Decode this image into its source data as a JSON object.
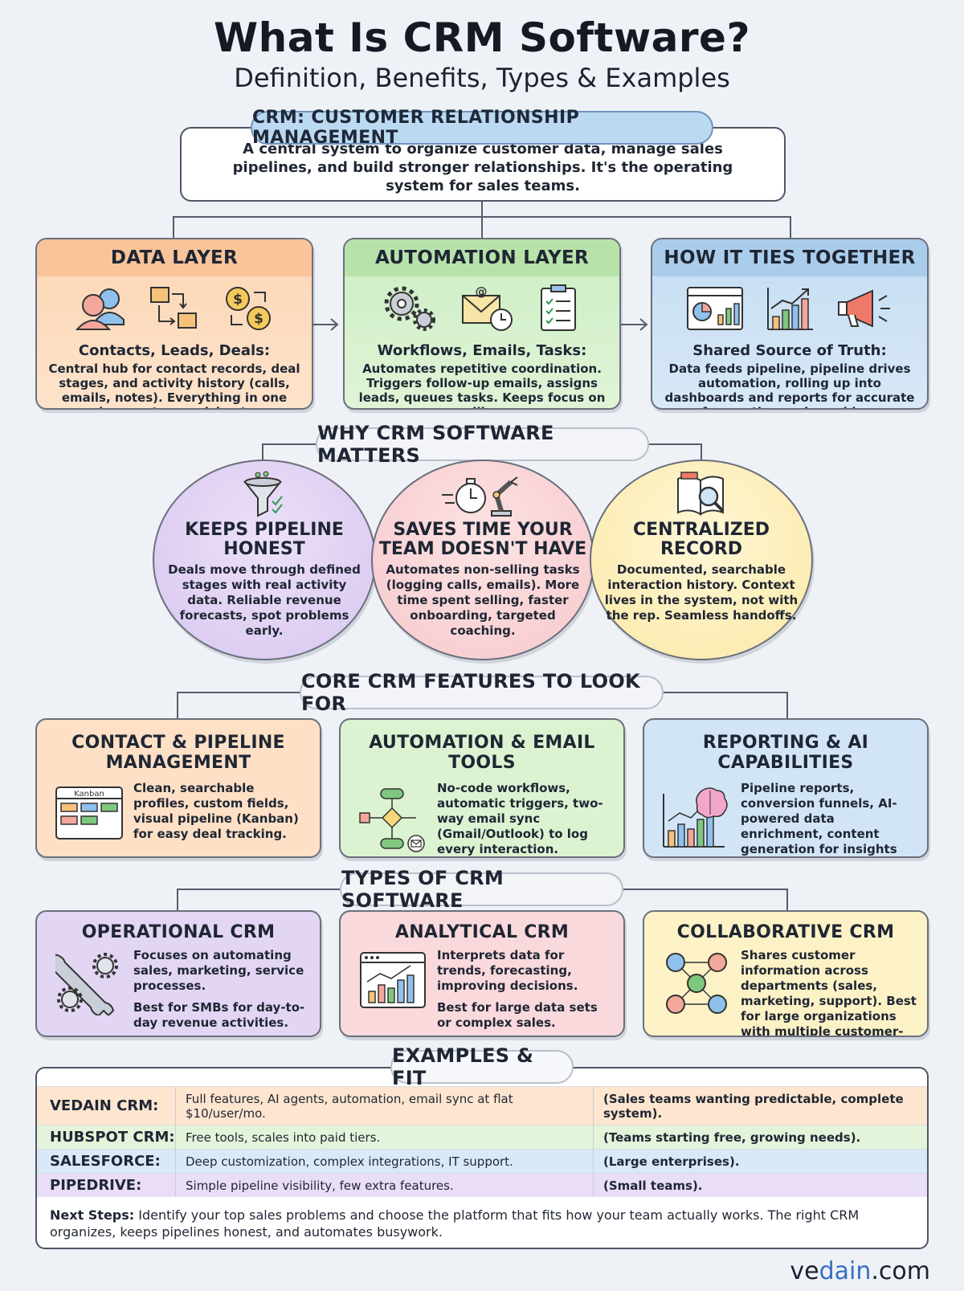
{
  "title": "What Is CRM Software?",
  "subtitle": "Definition, Benefits, Types & Examples",
  "definition": {
    "heading": "CRM: CUSTOMER RELATIONSHIP MANAGEMENT",
    "text": "A central system to organize customer data, manage sales pipelines, and build stronger relationships. It's the operating system for sales teams."
  },
  "layers": [
    {
      "title": "DATA LAYER",
      "subtitle": "Contacts, Leads, Deals:",
      "text": "Central hub for contact records, deal stages, and activity history (calls, emails, notes). Everything in one place, not spreadsheets.",
      "icons": [
        "people-icon",
        "boxes-flow-icon",
        "coins-exchange-icon"
      ],
      "color": "#f9c49a"
    },
    {
      "title": "AUTOMATION LAYER",
      "subtitle": "Workflows, Emails, Tasks:",
      "text": "Automates repetitive coordination. Triggers follow-up emails, assigns leads, queues tasks. Keeps focus on selling.",
      "icons": [
        "gears-icon",
        "email-clock-icon",
        "checklist-icon"
      ],
      "color": "#b7e3aa"
    },
    {
      "title": "HOW IT TIES TOGETHER",
      "subtitle": "Shared Source of Truth:",
      "text": "Data feeds pipeline, pipeline drives automation, rolling up into dashboards and reports for accurate forecasting and coaching.",
      "icons": [
        "dashboard-icon",
        "growth-chart-icon",
        "megaphone-icon"
      ],
      "color": "#abcdec"
    }
  ],
  "why": {
    "heading": "WHY CRM SOFTWARE MATTERS",
    "items": [
      {
        "title": "KEEPS PIPELINE HONEST",
        "text": "Deals move through defined stages with real activity data. Reliable revenue forecasts, spot problems early.",
        "icon": "funnel-icon"
      },
      {
        "title": "SAVES TIME YOUR TEAM DOESN'T HAVE",
        "text": "Automates non-selling tasks (logging calls, emails). More time spent selling, faster onboarding, targeted coaching.",
        "icon": "stopwatch-robot-arm-icon"
      },
      {
        "title": "CENTRALIZED RECORD",
        "text": "Documented, searchable interaction history. Context lives in the system, not with the rep. Seamless handoffs.",
        "icon": "book-magnifier-icon"
      }
    ]
  },
  "features": {
    "heading": "CORE CRM FEATURES TO LOOK FOR",
    "items": [
      {
        "title": "CONTACT & PIPELINE MANAGEMENT",
        "text": "Clean, searchable profiles, custom fields, visual pipeline (Kanban) for easy deal tracking.",
        "icon": "kanban-icon",
        "icon_label": "Kanban"
      },
      {
        "title": "AUTOMATION & EMAIL TOOLS",
        "text": "No-code workflows, automatic triggers, two-way email sync (Gmail/Outlook) to log every interaction.",
        "icon": "flowchart-icon"
      },
      {
        "title": "REPORTING & AI CAPABILITIES",
        "text": "Pipeline reports, conversion funnels, AI-powered data enrichment, content generation for insights and efficiency.",
        "icon": "brain-chart-icon"
      }
    ]
  },
  "types": {
    "heading": "TYPES OF CRM SOFTWARE",
    "items": [
      {
        "title": "OPERATIONAL CRM",
        "text1": "Focuses on automating sales, marketing, service processes.",
        "text2": "Best for SMBs for day-to-day revenue activities.",
        "icon": "wrench-gears-icon"
      },
      {
        "title": "ANALYTICAL CRM",
        "text1": "Interprets data for trends, forecasting, improving decisions.",
        "text2": "Best for large data sets or complex sales.",
        "icon": "analytics-window-icon"
      },
      {
        "title": "COLLABORATIVE CRM",
        "text1": "Shares customer information across departments (sales, marketing, support). Best for large organizations with multiple customer-facing teams.",
        "text2": "",
        "icon": "team-network-icon"
      }
    ]
  },
  "examples": {
    "heading": "EXAMPLES & FIT",
    "rows": [
      {
        "name": "VEDAIN CRM:",
        "features": "Full features, AI agents, automation, email sync at flat $10/user/mo.",
        "fit": "(Sales teams wanting predictable, complete system)."
      },
      {
        "name": "HUBSPOT CRM:",
        "features": "Free tools, scales into paid tiers.",
        "fit": "(Teams starting free, growing needs)."
      },
      {
        "name": "SALESFORCE:",
        "features": "Deep customization, complex integrations, IT support.",
        "fit": "(Large enterprises)."
      },
      {
        "name": "PIPEDRIVE:",
        "features": "Simple pipeline visibility, few extra features.",
        "fit": "(Small teams)."
      }
    ],
    "next_label": "Next Steps:",
    "next_text": "Identify your top sales problems and choose the platform that fits how your team actually works. The right CRM organizes, keeps pipelines honest, and automates busywork."
  },
  "brand": {
    "pre": "ve",
    "accent": "dain",
    "post": ".com"
  }
}
